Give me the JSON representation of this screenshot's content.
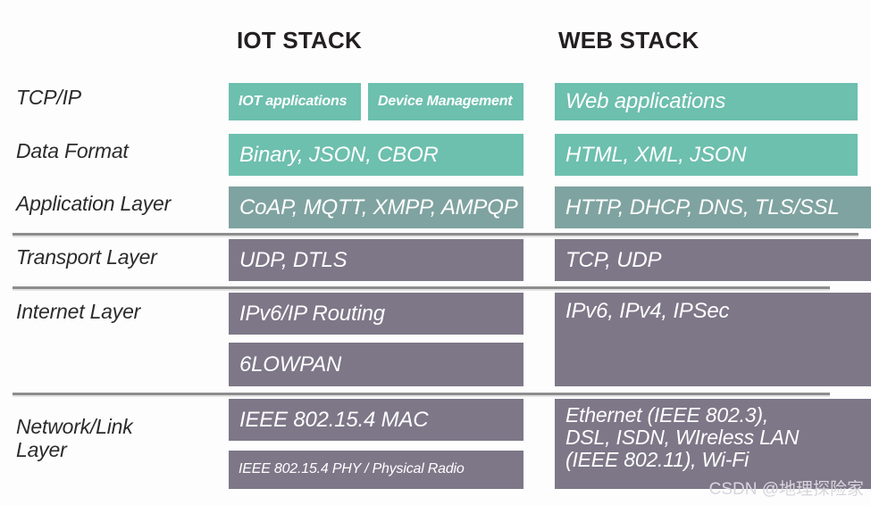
{
  "headers": {
    "iot": "IOT STACK",
    "web": "WEB STACK"
  },
  "layer_labels": [
    {
      "name": "tcp-ip",
      "text": "TCP/IP"
    },
    {
      "name": "data-format",
      "text": "Data Format"
    },
    {
      "name": "application",
      "text": "Application Layer"
    },
    {
      "name": "transport",
      "text": "Transport Layer"
    },
    {
      "name": "internet",
      "text": "Internet Layer"
    },
    {
      "name": "network-link",
      "text": "Network/Link\nLayer"
    }
  ],
  "iot_stack": {
    "tcp_ip": [
      {
        "text": "IOT applications",
        "color": "teal"
      },
      {
        "text": "Device Management",
        "color": "teal"
      }
    ],
    "data_format": {
      "text": "Binary, JSON, CBOR",
      "color": "teal"
    },
    "application": {
      "text": "CoAP, MQTT, XMPP, AMPQP",
      "color": "muted-teal"
    },
    "transport": {
      "text": "UDP, DTLS",
      "color": "gray"
    },
    "internet": [
      {
        "text": "IPv6/IP Routing",
        "color": "gray"
      },
      {
        "text": "6LOWPAN",
        "color": "gray"
      }
    ],
    "network_link": [
      {
        "text": "IEEE 802.15.4 MAC",
        "color": "gray"
      },
      {
        "text": "IEEE 802.15.4 PHY / Physical Radio",
        "color": "gray"
      }
    ]
  },
  "web_stack": {
    "tcp_ip": {
      "text": "Web applications",
      "color": "teal"
    },
    "data_format": {
      "text": "HTML, XML, JSON",
      "color": "teal"
    },
    "application": {
      "text": "HTTP, DHCP, DNS, TLS/SSL",
      "color": "muted-teal"
    },
    "transport": {
      "text": "TCP, UDP",
      "color": "gray"
    },
    "internet": {
      "text": "IPv6, IPv4, IPSec",
      "color": "gray"
    },
    "network_link": {
      "text": "Ethernet (IEEE 802.3),\nDSL, ISDN, WIreless LAN\n(IEEE 802.11), Wi-Fi",
      "color": "gray"
    }
  },
  "colors": {
    "teal": "#6dbfae",
    "muted_teal": "#7fa3a0",
    "gray": "#7d7788",
    "separator": "#8d8d8d",
    "text_dark": "#2b2b2b",
    "text_light": "#ffffff",
    "background": "#fdfdfd"
  },
  "watermark": "CSDN @地理探险家"
}
